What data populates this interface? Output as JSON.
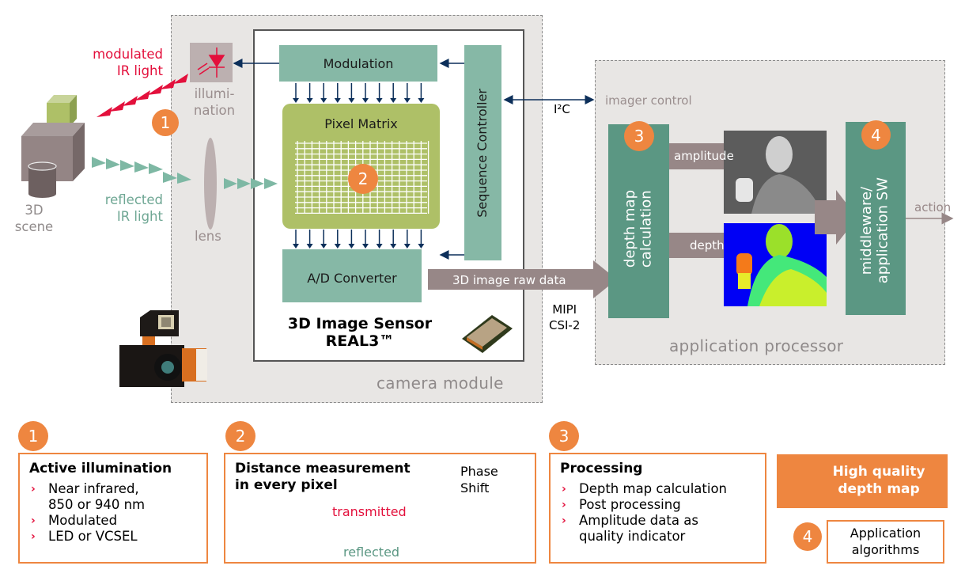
{
  "colors": {
    "orange": "#ee8640",
    "teal": "#86b8a6",
    "teal_dark": "#5b9783",
    "olive": "#aec067",
    "taupe": "#978787",
    "red": "#e3103c",
    "navy": "#0c2f5a",
    "panel_gray": "#e8e6e4"
  },
  "scene": {
    "modulated_label_1": "modulated",
    "modulated_label_2": "IR light",
    "reflected_label_1": "reflected",
    "reflected_label_2": "IR light",
    "scene_label_1": "3D",
    "scene_label_2": "scene",
    "scene_icon": "3d-scene-shapes-icon"
  },
  "camera_module": {
    "label": "camera module",
    "illumination_label_1": "illumi-",
    "illumination_label_2": "nation",
    "illumination_icon": "led-diode-icon",
    "lens_label": "lens",
    "badge_1": "1",
    "sensor": {
      "modulation": "Modulation",
      "pixel_matrix": "Pixel Matrix",
      "badge_2": "2",
      "sequence_controller": "Sequence Controller",
      "ad_converter": "A/D Converter",
      "title_1": "3D Image Sensor",
      "title_2": "REAL3™",
      "chip_icon": "sensor-chip-image"
    }
  },
  "links": {
    "i2c": "I²C",
    "imager_control": "imager control",
    "raw_data": "3D image raw data",
    "mipi_1": "MIPI",
    "mipi_2": "CSI-2",
    "action": "action"
  },
  "application_processor": {
    "label": "application processor",
    "badge_3": "3",
    "depth_calc_1": "depth map",
    "depth_calc_2": "calculation",
    "amplitude": "amplitude",
    "depth": "depth",
    "badge_4": "4",
    "middleware_1": "middleware/",
    "middleware_2": "application SW"
  },
  "cards": [
    {
      "badge": "1",
      "title": "Active illumination",
      "items": [
        "Near infrared,\n850 or 940 nm",
        "Modulated",
        "LED or VCSEL"
      ]
    },
    {
      "badge": "2",
      "title_1": "Distance measurement",
      "title_2": "in every pixel",
      "phase_1": "Phase",
      "phase_2": "Shift",
      "transmitted": "transmitted",
      "reflected": "reflected"
    },
    {
      "badge": "3",
      "title": "Processing",
      "items": [
        "Depth map calculation",
        "Post processing",
        "Amplitude data as\nquality indicator"
      ]
    }
  ],
  "result": {
    "high_quality_1": "High quality",
    "high_quality_2": "depth map",
    "badge_4": "4",
    "app_alg_1": "Application",
    "app_alg_2": "algorithms"
  }
}
